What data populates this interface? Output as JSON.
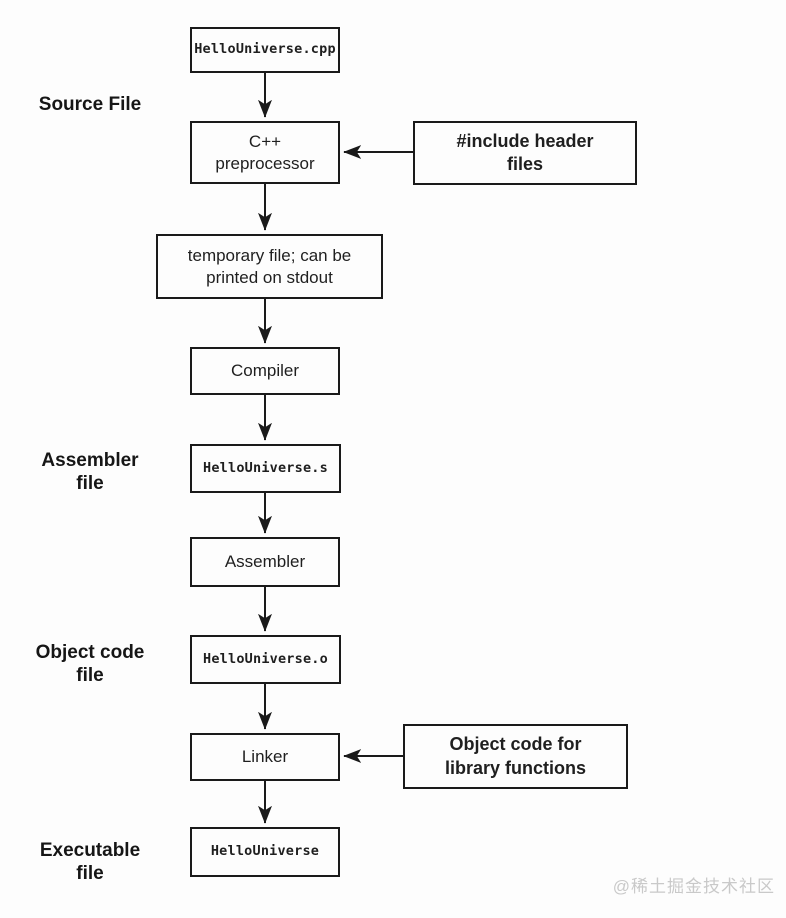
{
  "diagram": {
    "title_hint": "C++ compilation pipeline flowchart",
    "nodes": {
      "source_cpp": {
        "label": "HelloUniverse.cpp"
      },
      "preprocessor": {
        "label": "C++\npreprocessor"
      },
      "include_headers": {
        "label": "#include header\nfiles"
      },
      "temp_file": {
        "label": "temporary file; can be\nprinted on stdout"
      },
      "compiler": {
        "label": "Compiler"
      },
      "assembler_src": {
        "label": "HelloUniverse.s"
      },
      "assembler": {
        "label": "Assembler"
      },
      "object_file": {
        "label": "HelloUniverse.o"
      },
      "linker": {
        "label": "Linker"
      },
      "library_objects": {
        "label": "Object code for\nlibrary functions"
      },
      "executable": {
        "label": "HelloUniverse"
      }
    },
    "stage_labels": {
      "source": "Source File",
      "assembler": "Assembler\nfile",
      "object_code": "Object code\nfile",
      "executable": "Executable\nfile"
    },
    "colors": {
      "line": "#1a1a1a",
      "text": "#1f1f1f",
      "background": "#fdfdfd",
      "watermark": "#c9c9c9"
    }
  },
  "watermark": "@稀土掘金技术社区"
}
